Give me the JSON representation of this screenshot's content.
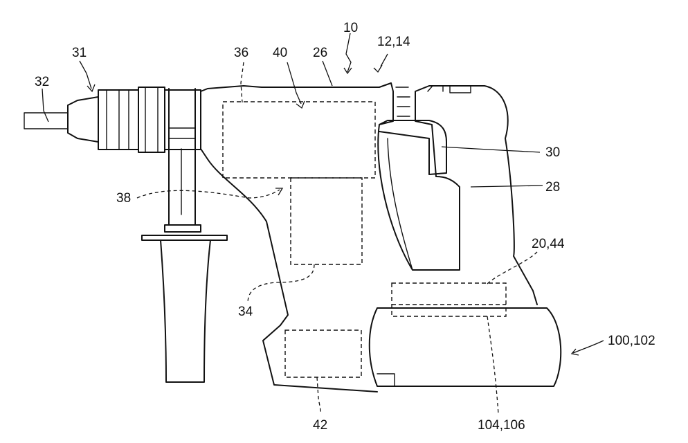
{
  "labels": {
    "l10": "10",
    "l12_14": "12,14",
    "l26": "26",
    "l31": "31",
    "l32": "32",
    "l36": "36",
    "l40": "40",
    "l38": "38",
    "l30": "30",
    "l28": "28",
    "l20_44": "20,44",
    "l34": "34",
    "l100_102": "100,102",
    "l42": "42",
    "l104_106": "104,106"
  }
}
